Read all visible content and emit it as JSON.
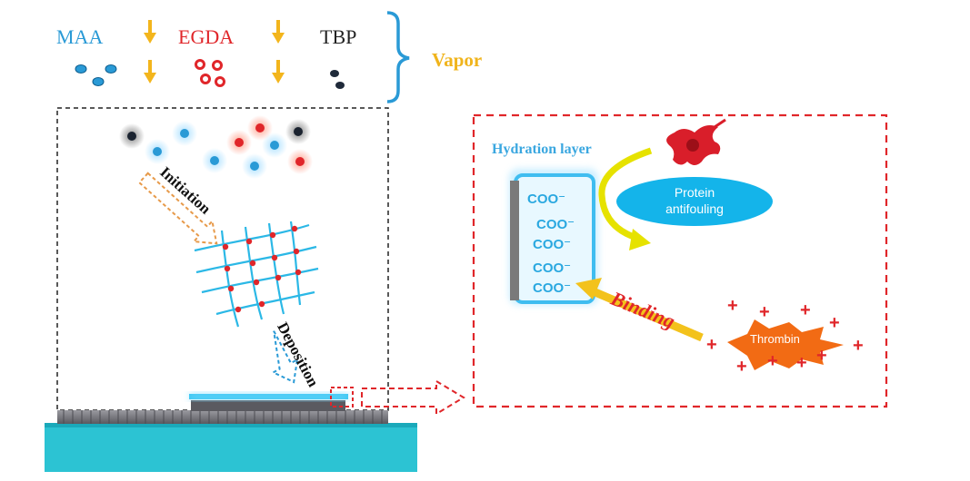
{
  "legend": {
    "maa": "MAA",
    "egda": "EGDA",
    "tbp": "TBP",
    "vapor": "Vapor"
  },
  "process": {
    "initiation": "Initiation",
    "deposition": "Deposition"
  },
  "detail": {
    "hydration_layer": "Hydration layer",
    "coo_groups": [
      "COO⁻",
      "COO⁻",
      "COO⁻",
      "COO⁻",
      "COO⁻"
    ],
    "protein_line1": "Protein",
    "protein_line2": "antifouling",
    "binding": "Binding",
    "thrombin": "Thrombin"
  },
  "colors": {
    "maa": "#2a9ad6",
    "egda": "#e0262a",
    "tbp": "#333333",
    "vapor": "#f0b41c",
    "substrate": "#2cc3d3",
    "dash_red": "#e0262a"
  }
}
